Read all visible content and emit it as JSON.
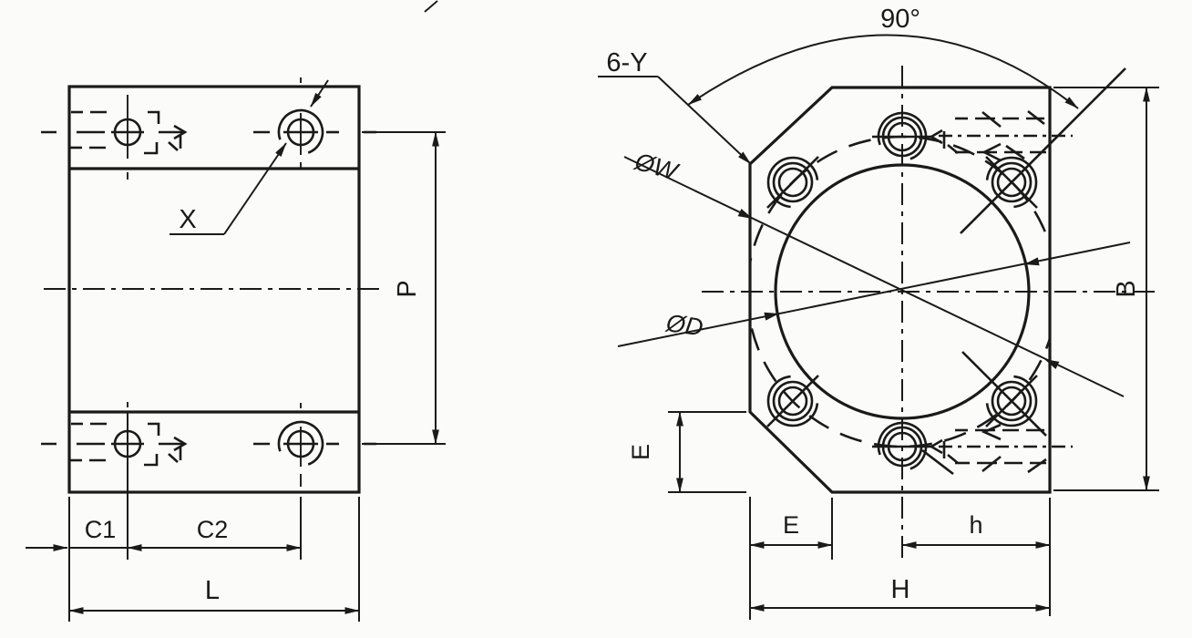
{
  "drawing": {
    "ink_color": "#1a1a1a",
    "background_color": "#fbfbfa",
    "side_view": {
      "callout_x": "X",
      "dim_c1": "C1",
      "dim_c2": "C2",
      "dim_l": "L",
      "dim_p": "P"
    },
    "front_view": {
      "dim_angle": "90°",
      "callout_holes": "6-Y",
      "dim_bolt_circle": "ØW",
      "dim_bore": "ØD",
      "dim_b": "B",
      "dim_e_side": "E",
      "dim_e_bottom": "E",
      "dim_h_small": "h",
      "dim_h_overall": "H"
    }
  }
}
